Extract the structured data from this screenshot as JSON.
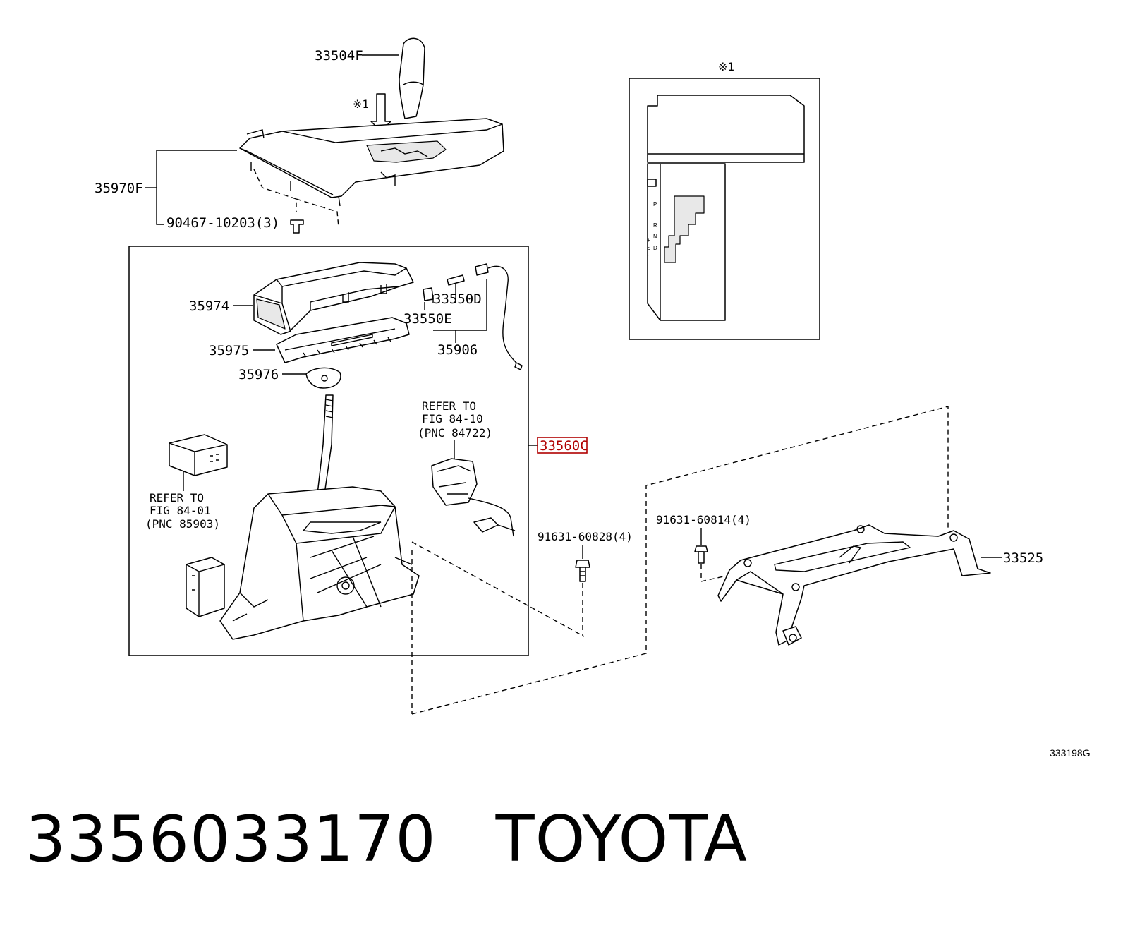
{
  "labels": {
    "knob": "33504F",
    "note_mark": "※1",
    "bezel": "35970F",
    "clip": "90467-10203(3)",
    "inset_mark": "※1",
    "housing": "35974",
    "bulb_holder": "33550D",
    "bulb": "33550E",
    "slide_plate": "35975",
    "harness": "35906",
    "stopper": "35976",
    "assembly": "33560C",
    "bolt_a": "91631-60828(4)",
    "bolt_b": "91631-60814(4)",
    "bracket": "33525",
    "diagram_code": "333198G"
  },
  "refs": {
    "lock": {
      "line1": "REFER TO",
      "line2": "FIG 84-10",
      "line3": "(PNC 84722)"
    },
    "ecu": {
      "line1": "REFER TO",
      "line2": "FIG 84-01",
      "line3": "(PNC 85903)"
    }
  },
  "inset_gate": [
    "P",
    "R",
    "N",
    "D",
    "S",
    "+",
    "-"
  ],
  "footer": {
    "part_number": "3356033170",
    "brand": "TOYOTA"
  },
  "colors": {
    "highlight": "#b00000"
  }
}
